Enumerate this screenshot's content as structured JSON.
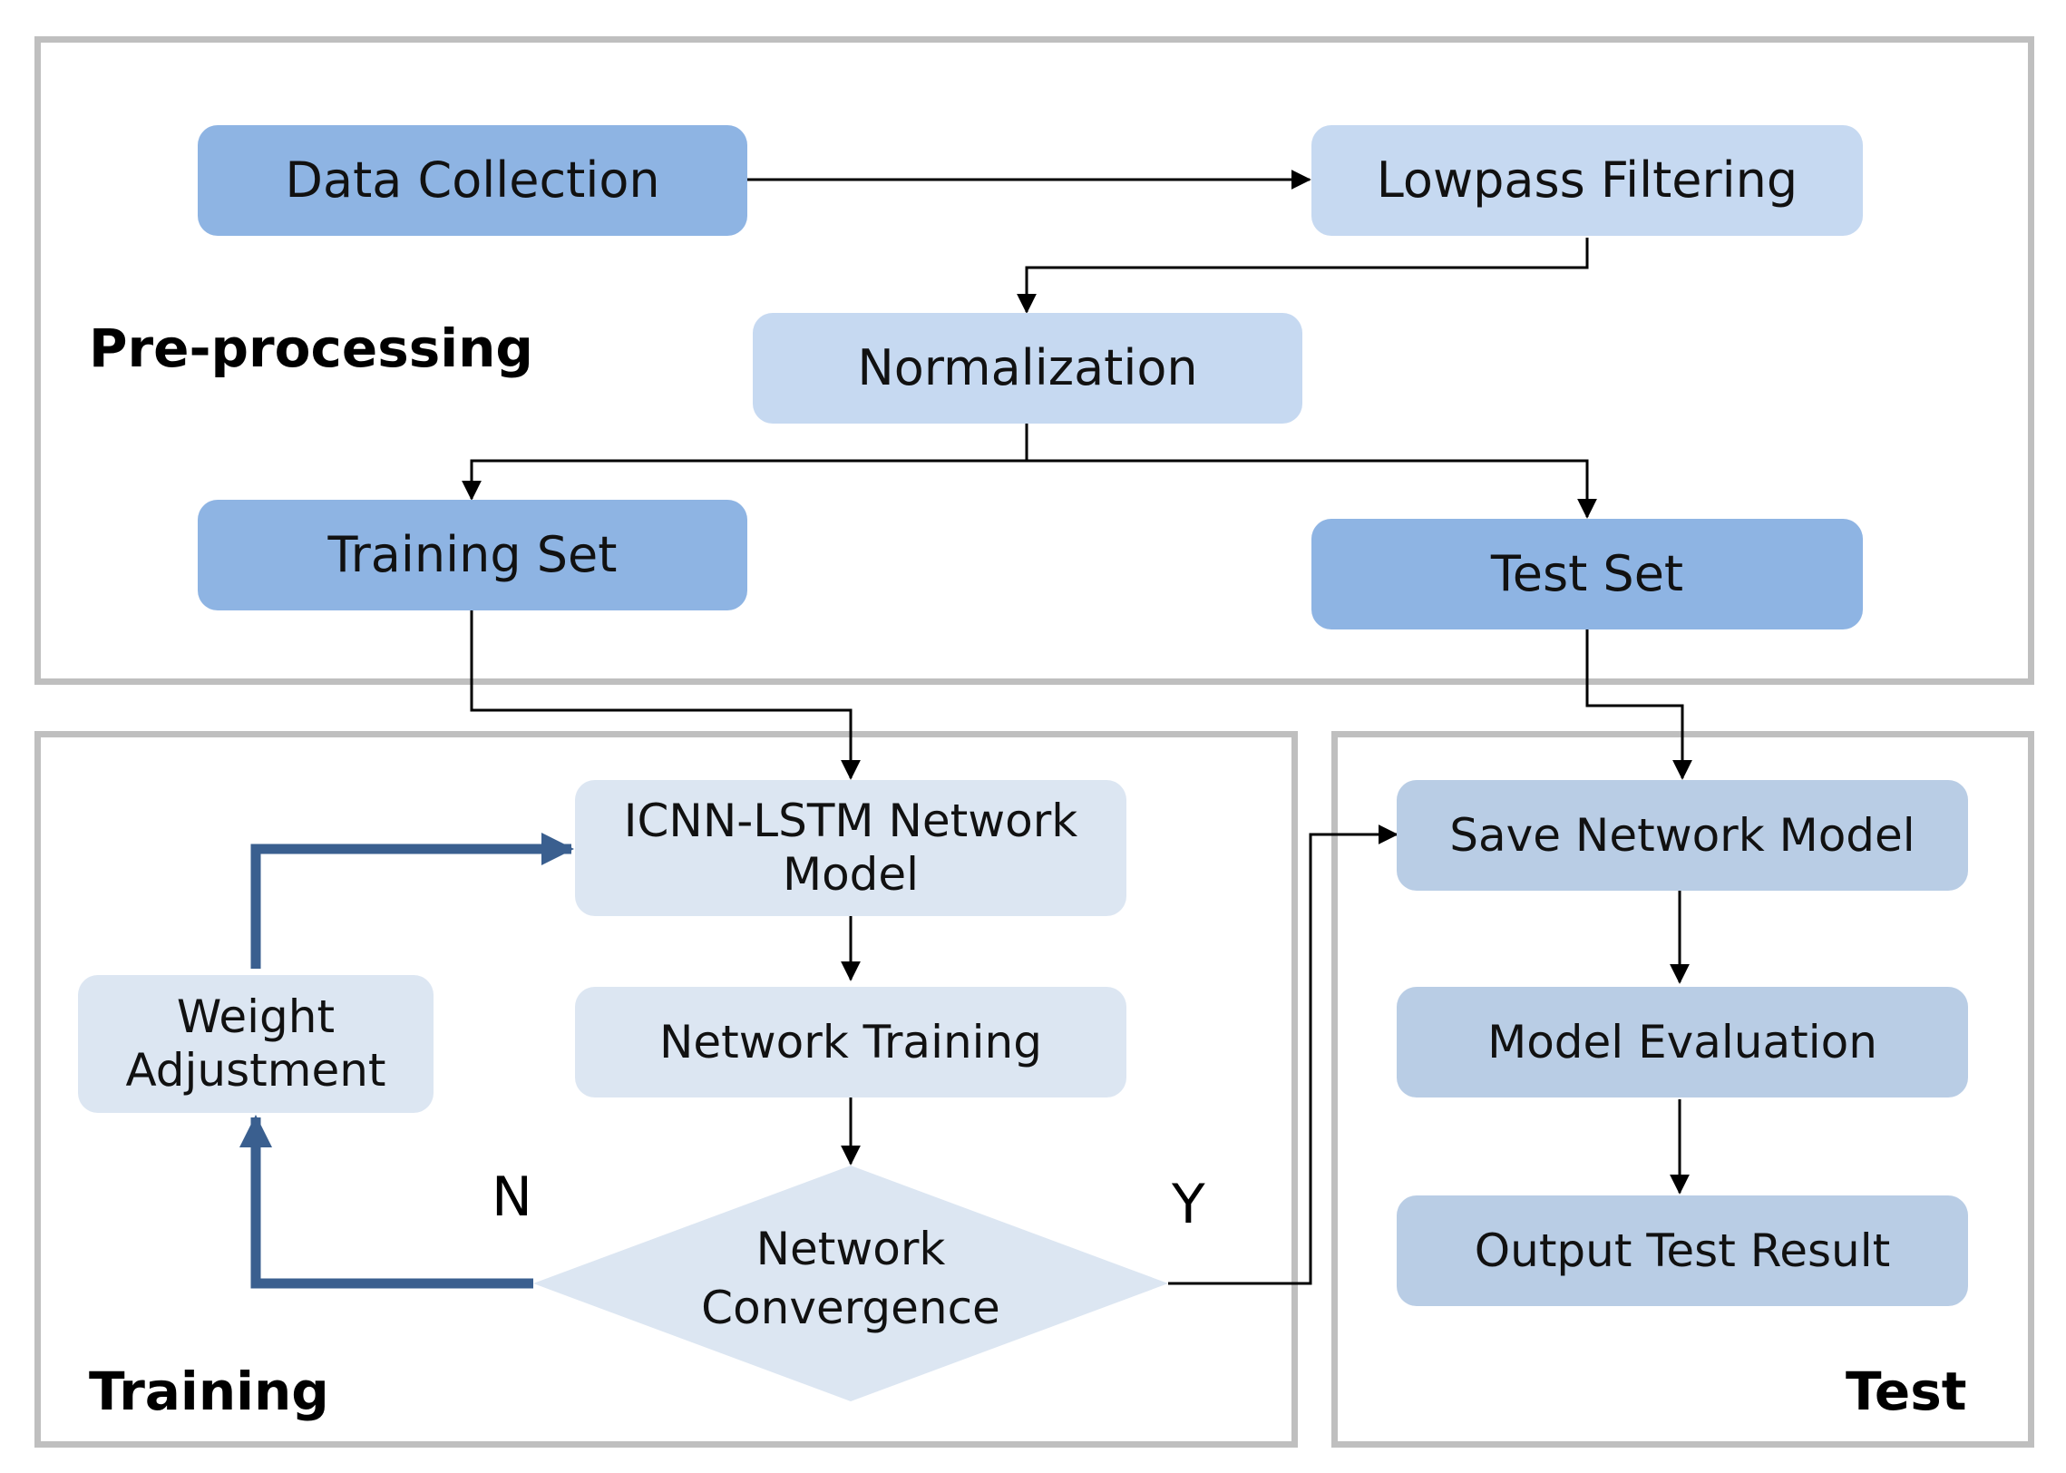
{
  "sections": {
    "preprocessing": "Pre-processing",
    "training": "Training",
    "test": "Test"
  },
  "nodes": {
    "data_collection": "Data Collection",
    "lowpass_filtering": "Lowpass Filtering",
    "normalization": "Normalization",
    "training_set": "Training Set",
    "test_set": "Test Set",
    "icnn_model_line1": "ICNN-LSTM Network",
    "icnn_model_line2": "Model",
    "weight_line1": "Weight",
    "weight_line2": "Adjustment",
    "network_training": "Network Training",
    "convergence_line1": "Network",
    "convergence_line2": "Convergence",
    "save_model": "Save Network Model",
    "model_evaluation": "Model Evaluation",
    "output_result": "Output Test Result"
  },
  "decision": {
    "no": "N",
    "yes": "Y"
  },
  "colors": {
    "dark_box": "#8eb4e3",
    "light_box": "#c6d9f1",
    "pale_box": "#dce6f2",
    "mid_box": "#b9cde5",
    "feedback_arrow": "#3a5f8f",
    "panel_border": "#bfbfbf"
  }
}
